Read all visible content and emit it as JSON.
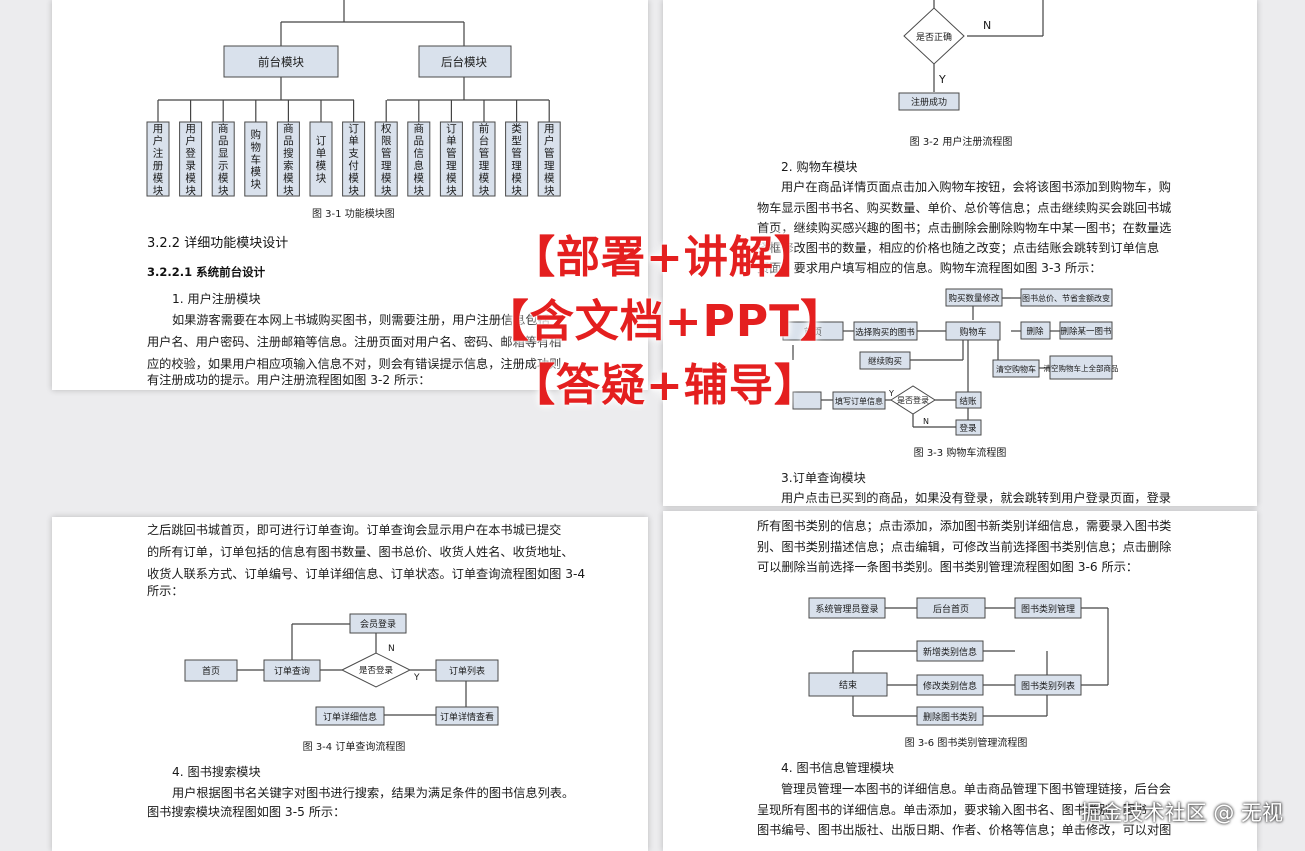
{
  "page1": {
    "chart": {
      "top_modules": [
        "前台模块",
        "后台模块"
      ],
      "modules": [
        "用户注册模块",
        "用户登录模块",
        "商品显示模块",
        "购物车模块",
        "商品搜索模块",
        "订单模块",
        "订单支付模块",
        "权限管理模块",
        "商品信息模块",
        "订单管理模块",
        "前台管理模块",
        "类型管理模块",
        "用户管理模块"
      ]
    },
    "caption": "图 3-1 功能模块图",
    "heading1": "3.2.2 详细功能模块设计",
    "heading2": "3.2.2.1 系统前台设计",
    "subheading": "1. 用户注册模块",
    "lines": [
      "如果游客需要在本网上书城购买图书，则需要注册，用户注册信息包括",
      "用户名、用户密码、注册邮箱等信息。注册页面对用户名、密码、邮箱等有相",
      "应的校验，如果用户相应项输入信息不对，则会有错误提示信息，注册成功则",
      "有注册成功的提示。用户注册流程图如图 3-2 所示："
    ]
  },
  "page2": {
    "flow1": {
      "decision": "是否正确",
      "end": "注册成功",
      "no": "N",
      "yes": "Y"
    },
    "caption1": "图 3-2 用户注册流程图",
    "sub2": "2. 购物车模块",
    "lines": [
      "用户在商品详情页面点击加入购物车按钮，会将该图书添加到购物车，购",
      "物车显示图书书名、购买数量、单价、总价等信息；点击继续购买会跳回书城",
      "首页，继续购买感兴趣的图书；点击删除会删除购物车中某一图书；在数量选",
      "择框修改图书的数量，相应的价格也随之改变；点击结账会跳转到订单信息",
      "页面，要求用户填写相应的信息。购物车流程图如图 3-3 所示："
    ],
    "flow2": {
      "home": "首页",
      "choose": "选择购买的图书",
      "cart": "购物车",
      "qty": "购买数量修改",
      "total": "图书总价、节省金额改变",
      "delete": "删除",
      "delete_one": "删除某一图书",
      "continue": "继续购买",
      "clear": "清空购物车",
      "clear_all": "清空购物车上全部商品",
      "fill": "填写订单信息",
      "login_q": "是否登录",
      "checkout": "结账",
      "login": "登录",
      "y": "Y",
      "n": "N"
    },
    "caption2": "图 3-3 购物车流程图",
    "sub3": "3.订单查询模块",
    "line_last": "用户点击已买到的商品，如果没有登录，就会跳转到用户登录页面，登录"
  },
  "page3": {
    "lines": [
      "之后跳回书城首页，即可进行订单查询。订单查询会显示用户在本书城已提交",
      "的所有订单，订单包括的信息有图书数量、图书总价、收货人姓名、收货地址、",
      "收货人联系方式、订单编号、订单详细信息、订单状态。订单查询流程图如图 3-4",
      "所示："
    ],
    "flow": {
      "member_login": "会员登录",
      "home": "首页",
      "query": "订单查询",
      "login_q": "是否登录",
      "list": "订单列表",
      "detail": "订单详细信息",
      "detail_view": "订单详情查看",
      "n": "N",
      "y": "Y"
    },
    "caption": "图 3-4 订单查询流程图",
    "sub": "4. 图书搜索模块",
    "lines2": [
      "用户根据图书名关键字对图书进行搜索，结果为满足条件的图书信息列表。",
      "图书搜索模块流程图如图 3-5 所示："
    ]
  },
  "page4": {
    "lines": [
      "所有图书类别的信息；点击添加，添加图书新类别详细信息，需要录入图书类",
      "别、图书类别描述信息；点击编辑，可修改当前选择图书类别信息；点击删除",
      "可以删除当前选择一条图书类别。图书类别管理流程图如图 3-6 所示："
    ],
    "flow": {
      "admin_login": "系统管理员登录",
      "admin_home": "后台首页",
      "cat_mgmt": "图书类别管理",
      "add": "新增类别信息",
      "end": "结束",
      "edit": "修改类别信息",
      "cat_list": "图书类别列表",
      "del": "删除图书类别"
    },
    "caption": "图 3-6 图书类别管理流程图",
    "sub": "4. 图书信息管理模块",
    "lines2": [
      "管理员管理一本图书的详细信息。单击商品管理下图书管理链接，后台会",
      "呈现所有图书的详细信息。单击添加，要求输入图书名、图书类别、图书",
      "图书编号、图书出版社、出版日期、作者、价格等信息；单击修改，可以对图"
    ]
  },
  "overlay": {
    "lines": [
      "【部署+讲解】",
      "【含文档+PPT】",
      "【答疑+辅导】"
    ],
    "color": "#e41f1f"
  },
  "watermark": "掘金技术社区 @ 无视"
}
